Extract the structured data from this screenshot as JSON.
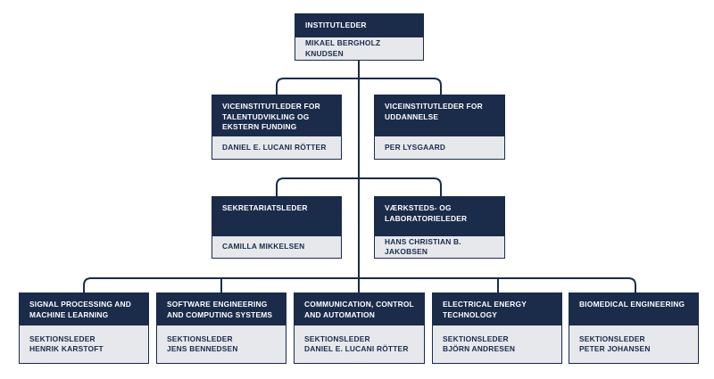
{
  "colors": {
    "header_bg": "#1b2b4a",
    "body_bg": "#e6e8ec",
    "line": "#1b2b4a",
    "header_text": "#ffffff"
  },
  "top": {
    "title": "INSTITUTLEDER",
    "name": "MIKAEL BERGHOLZ KNUDSEN"
  },
  "vice_left": {
    "title": "VICEINSTITUTLEDER FOR TALENTUDVIKLING OG EKSTERN FUNDING",
    "name": "DANIEL E. LUCANI RÖTTER"
  },
  "vice_right": {
    "title": "VICEINSTITUTLEDER FOR UDDANNELSE",
    "name": "PER LYSGAARD"
  },
  "sec_left": {
    "title": "SEKRETARIATSLEDER",
    "name": "CAMILLA MIKKELSEN"
  },
  "sec_right": {
    "title": "VÆRKSTEDS- OG LABORATORIELEDER",
    "name": "HANS CHRISTIAN B. JAKOBSEN"
  },
  "sections": [
    {
      "title": "SIGNAL PROCESSING AND MACHINE LEARNING",
      "role": "SEKTIONSLEDER",
      "name": "HENRIK KARSTOFT"
    },
    {
      "title": "SOFTWARE ENGINEERING AND COMPUTING SYSTEMS",
      "role": "SEKTIONSLEDER",
      "name": "JENS BENNEDSEN"
    },
    {
      "title": "COMMUNICATION, CONTROL AND AUTOMATION",
      "role": "SEKTIONSLEDER",
      "name": "DANIEL E. LUCANI RÖTTER"
    },
    {
      "title": "ELECTRICAL ENERGY TECHNOLOGY",
      "role": "SEKTIONSLEDER",
      "name": "BJÖRN ANDRESEN"
    },
    {
      "title": "BIOMEDICAL ENGINEERING",
      "role": "SEKTIONSLEDER",
      "name": "PETER JOHANSEN"
    }
  ]
}
